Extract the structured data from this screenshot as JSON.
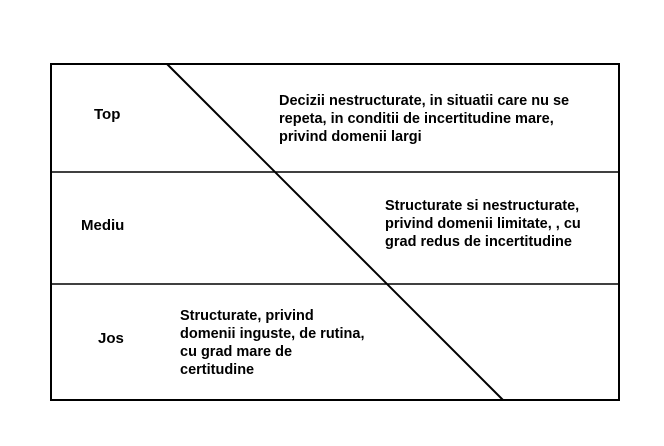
{
  "levels": [
    {
      "label": "Top",
      "description": [
        "Decizii nestructurate, in situatii care nu se",
        "repeta, in conditii de incertitudine mare,",
        "privind domenii largi"
      ]
    },
    {
      "label": "Mediu",
      "description": [
        "Structurate si nestructurate,",
        "privind domenii limitate, , cu",
        "grad redus de incertitudine"
      ]
    },
    {
      "label": "Jos",
      "description": [
        "Structurate, privind",
        "domenii inguste, de rutina,",
        "cu grad mare de",
        "certitudine"
      ]
    }
  ],
  "colors": {
    "line": "#000000",
    "background": "#ffffff",
    "text": "#000000"
  }
}
